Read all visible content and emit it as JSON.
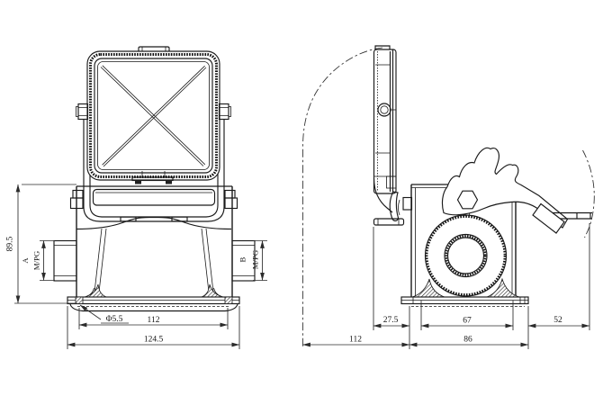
{
  "drawing": {
    "front_view": {
      "overall_height": "89.5",
      "entry_left_letter": "A",
      "entry_left_thread": "M/PG",
      "entry_right_letter": "B",
      "entry_right_thread": "M/PG",
      "mount_hole_diameter": "Φ5.5",
      "mount_hole_pitch": "112",
      "flange_width": "124.5"
    },
    "side_view": {
      "cover_clearance": "27.5",
      "gland_boss_width": "67",
      "lever_reach": "52",
      "swing_envelope_depth": "112",
      "flange_depth": "86"
    },
    "colors": {
      "line": "#1a1a1a",
      "background": "#ffffff"
    }
  }
}
